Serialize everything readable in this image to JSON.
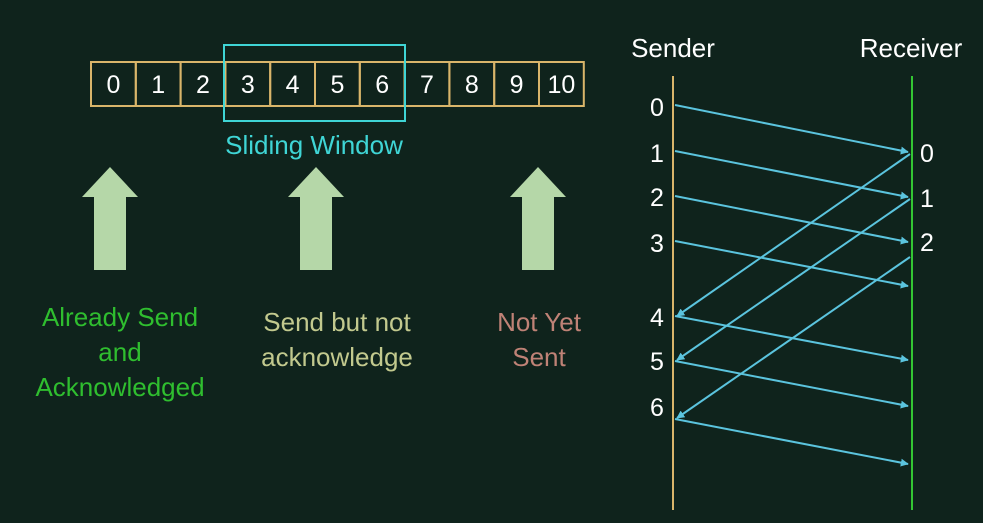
{
  "colors": {
    "background": "#0f231c",
    "cell_border": "#d9b56a",
    "window_border": "#3fd5d5",
    "arrow_fill": "#b5d7a8",
    "already_sent": "#2fbe2f",
    "sent_not_ack": "#c2c98e",
    "not_sent": "#bf8276",
    "sender_line": "#d9b56a",
    "receiver_line": "#33c633",
    "message_arrow": "#5bc4de",
    "text": "#ffffff"
  },
  "sequence": {
    "cells": [
      "0",
      "1",
      "2",
      "3",
      "4",
      "5",
      "6",
      "7",
      "8",
      "9",
      "10"
    ],
    "window_label": "Sliding Window"
  },
  "legend": {
    "already_sent": [
      "Already Send",
      "and",
      "Acknowledged"
    ],
    "sent_not_ack": [
      "Send but not",
      "acknowledge"
    ],
    "not_sent": [
      "Not Yet",
      "Sent"
    ]
  },
  "timeline": {
    "sender_title": "Sender",
    "receiver_title": "Receiver",
    "sender_labels": [
      "0",
      "1",
      "2",
      "3",
      "4",
      "5",
      "6"
    ],
    "receiver_labels": [
      "0",
      "1",
      "2"
    ]
  }
}
